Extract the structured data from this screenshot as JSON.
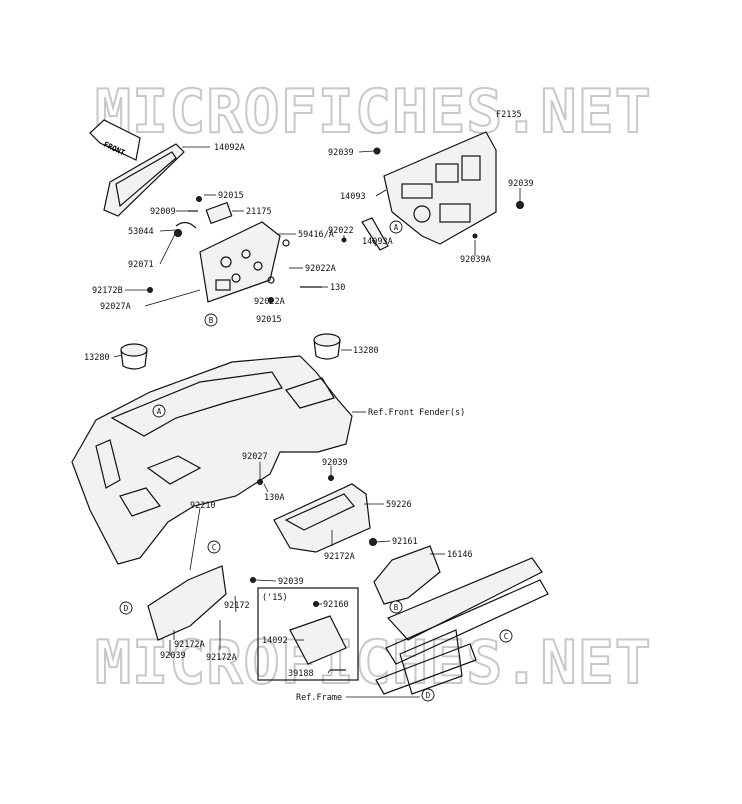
{
  "watermark": "MICROFICHES.NET",
  "figure_code": "F2135",
  "front_label": "FRONT",
  "sub_group_label": "('15)",
  "parts": [
    {
      "id": "p1",
      "label": "14092A"
    },
    {
      "id": "p2",
      "label": "92015"
    },
    {
      "id": "p3",
      "label": "92009"
    },
    {
      "id": "p4",
      "label": "21175"
    },
    {
      "id": "p5",
      "label": "53044"
    },
    {
      "id": "p6",
      "label": "59416/A"
    },
    {
      "id": "p7",
      "label": "92071"
    },
    {
      "id": "p8",
      "label": "92022A"
    },
    {
      "id": "p9",
      "label": "92172B"
    },
    {
      "id": "p10",
      "label": "130"
    },
    {
      "id": "p11",
      "label": "92027A"
    },
    {
      "id": "p12",
      "label": "92022A"
    },
    {
      "id": "p13",
      "label": "92015"
    },
    {
      "id": "p14",
      "label": "92039"
    },
    {
      "id": "p15",
      "label": "14093"
    },
    {
      "id": "p16",
      "label": "92039"
    },
    {
      "id": "p17",
      "label": "92022"
    },
    {
      "id": "p18",
      "label": "14093A"
    },
    {
      "id": "p19",
      "label": "92039A"
    },
    {
      "id": "p20",
      "label": "13280"
    },
    {
      "id": "p21",
      "label": "13280"
    },
    {
      "id": "p22",
      "label": "92027"
    },
    {
      "id": "p23",
      "label": "92039"
    },
    {
      "id": "p24",
      "label": "130A"
    },
    {
      "id": "p25",
      "label": "92210"
    },
    {
      "id": "p26",
      "label": "59226"
    },
    {
      "id": "p27",
      "label": "92172A"
    },
    {
      "id": "p28",
      "label": "92161"
    },
    {
      "id": "p29",
      "label": "16146"
    },
    {
      "id": "p30",
      "label": "92039"
    },
    {
      "id": "p31",
      "label": "92172"
    },
    {
      "id": "p32",
      "label": "92160"
    },
    {
      "id": "p33",
      "label": "14092"
    },
    {
      "id": "p34",
      "label": "39188"
    },
    {
      "id": "p35",
      "label": "92172A"
    },
    {
      "id": "p36",
      "label": "92039"
    },
    {
      "id": "p37",
      "label": "92172A"
    }
  ],
  "refs": [
    {
      "id": "r1",
      "label": "Ref.Front Fender(s)"
    },
    {
      "id": "r2",
      "label": "Ref.Frame"
    }
  ],
  "callouts": [
    {
      "id": "c1",
      "label": "A"
    },
    {
      "id": "c2",
      "label": "B"
    },
    {
      "id": "c3",
      "label": "A"
    },
    {
      "id": "c4",
      "label": "C"
    },
    {
      "id": "c5",
      "label": "D"
    },
    {
      "id": "c6",
      "label": "B"
    },
    {
      "id": "c7",
      "label": "C"
    },
    {
      "id": "c8",
      "label": "D"
    }
  ]
}
